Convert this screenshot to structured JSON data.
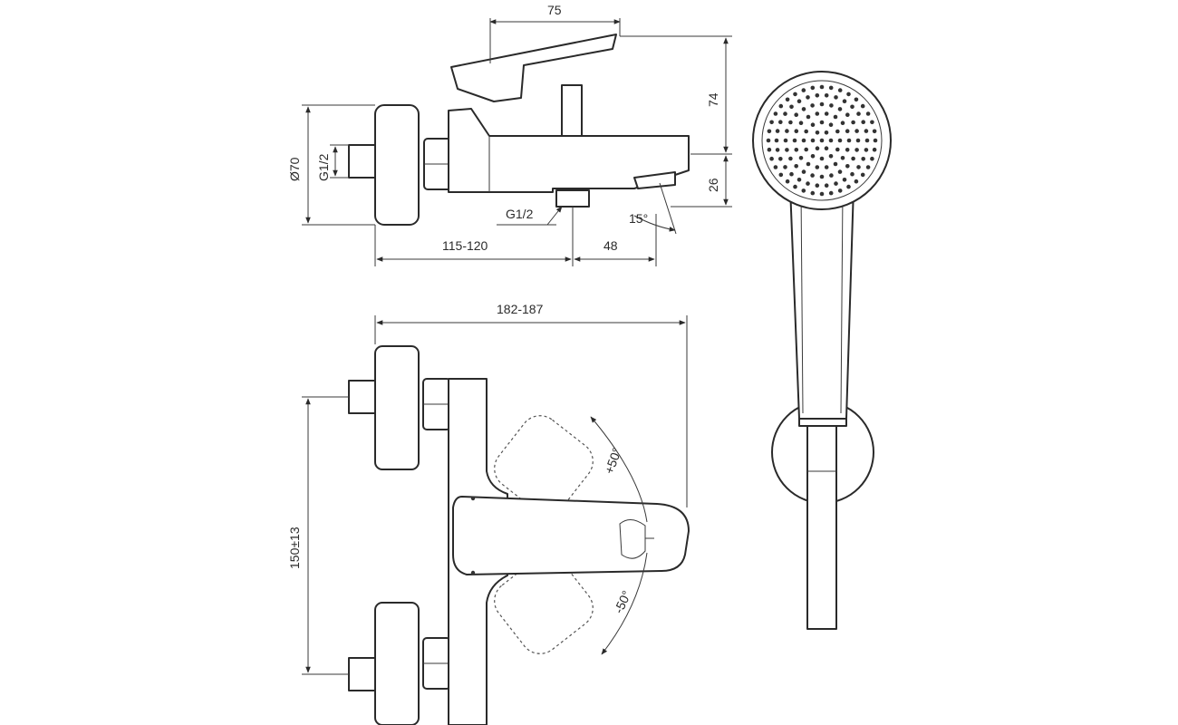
{
  "dimensions": {
    "side_top_width": "75",
    "side_height": "74",
    "spout_height": "26",
    "flange_diameter": "Ø70",
    "inlet_thread": "G1/2",
    "outlet_thread": "G1/2",
    "spout_angle": "15°",
    "wall_to_outlet": "115-120",
    "outlet_to_spout": "48",
    "front_width": "182-187",
    "inlet_spacing": "150±13",
    "lever_up": "+50°",
    "lever_down": "-50°"
  },
  "colors": {
    "line": "#2a2a2a",
    "background": "#ffffff"
  }
}
